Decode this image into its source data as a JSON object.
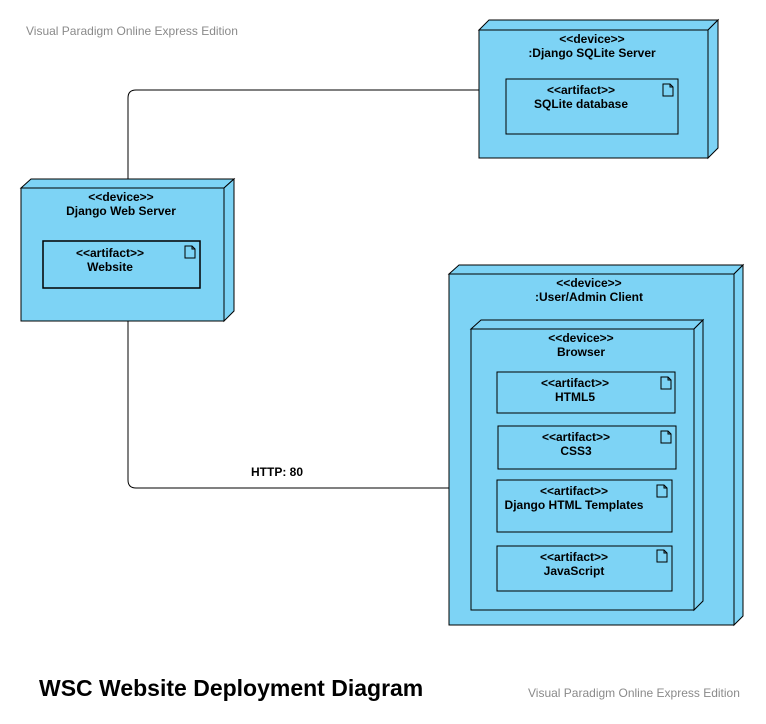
{
  "watermark": "Visual Paradigm Online Express Edition",
  "title": "WSC Website Deployment Diagram",
  "colors": {
    "node_fill": "#7dd3f5",
    "stroke": "#000000"
  },
  "connector_label": "HTTP: 80",
  "nodes": {
    "sqlite_server": {
      "stereotype": "<<device>>",
      "name": ":Django SQLite Server"
    },
    "web_server": {
      "stereotype": "<<device>>",
      "name": "Django Web Server"
    },
    "client": {
      "stereotype": "<<device>>",
      "name": ":User/Admin Client"
    },
    "browser": {
      "stereotype": "<<device>>",
      "name": "Browser"
    }
  },
  "artifacts": {
    "sqlite_db": {
      "stereotype": "<<artifact>>",
      "name": "SQLite database"
    },
    "website": {
      "stereotype": "<<artifact>>",
      "name": "Website"
    },
    "html5": {
      "stereotype": "<<artifact>>",
      "name": "HTML5"
    },
    "css3": {
      "stereotype": "<<artifact>>",
      "name": "CSS3"
    },
    "templates": {
      "stereotype": "<<artifact>>",
      "name": "Django HTML Templates"
    },
    "javascript": {
      "stereotype": "<<artifact>>",
      "name": "JavaScript"
    }
  }
}
